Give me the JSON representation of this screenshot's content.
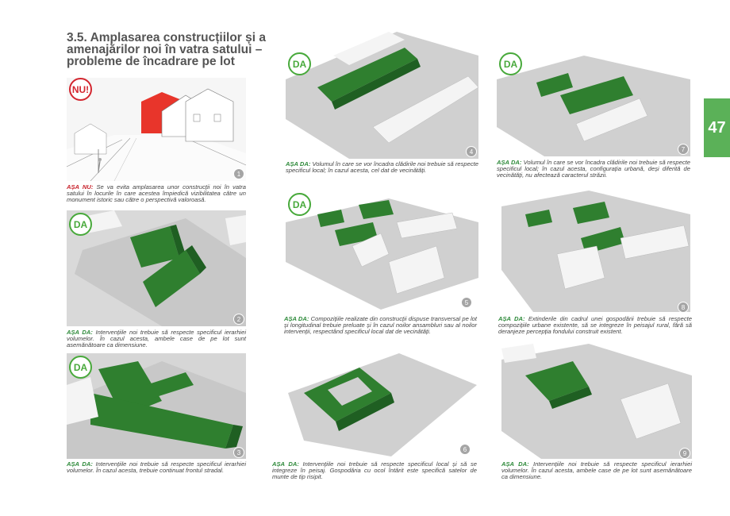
{
  "section": {
    "title": "3.5. Amplasarea construcțiilor și a amenajărilor noi în vatra satului – probleme de încadrare pe lot"
  },
  "page_number": "47",
  "panels": [
    {
      "badge": "NU!",
      "number": "1",
      "caption_label": "AȘA NU:",
      "caption_text": " Se va evita amplasarea unor construcții noi în vatra satului în locurile în care acestea împiedică vizibilitatea către un monument istoric sau către o perspectivă valoroasă."
    },
    {
      "badge": "DA",
      "number": "2",
      "caption_label": "AȘA DA:",
      "caption_text": " Intervențiile noi trebuie să respecte specificul ierarhiei volumelor. În cazul acesta, ambele case de pe lot sunt asemănătoare ca dimensiune."
    },
    {
      "badge": "DA",
      "number": "3",
      "caption_label": "AȘA DA:",
      "caption_text": " Intervențiile noi trebuie să respecte specificul ierarhiei volumelor. În cazul acesta, trebuie continuat frontul stradal."
    },
    {
      "badge": "DA",
      "number": "4",
      "caption_label": "AȘA DA:",
      "caption_text": " Volumul în care se vor încadra clădirile noi trebuie să respecte specificul local; în cazul acesta, cel dat de vecinătăți."
    },
    {
      "badge": "DA",
      "number": "5",
      "caption_label": "AȘA DA:",
      "caption_text": " Compozițiile realizate din construcții dispuse transversal pe lot și longitudinal trebuie preluate și în cazul noilor ansambluri sau al noilor intervenții, respectând specificul local dat de vecinătăți."
    },
    {
      "badge": "",
      "number": "6",
      "caption_label": "AȘA DA:",
      "caption_text": " Intervențiile noi trebuie să respecte specificul local și să se integreze în peisaj. Gospodăria cu ocol întărit este specifică satelor de munte de tip risipit."
    },
    {
      "badge": "DA",
      "number": "7",
      "caption_label": "AȘA DA:",
      "caption_text": " Volumul în care se vor încadra clădirile noi trebuie să respecte specificul local; în cazul acesta, configurația urbană, deși diferită de vecinătăți, nu afectează caracterul străzii."
    },
    {
      "badge": "",
      "number": "8",
      "caption_label": "AȘA DA:",
      "caption_text": " Extinderile din cadrul unei gospodării trebuie să respecte compozițiile urbane existente, să se integreze în peisajul rural, fără să deranjeze percepția fondului construit existent."
    },
    {
      "badge": "",
      "number": "9",
      "caption_label": "AȘA DA:",
      "caption_text": " Intervențiile noi trebuie să respecte specificul ierarhiei volumelor. În cazul acesta, ambele case de pe lot sunt asemănătoare ca dimensiune."
    }
  ],
  "colors": {
    "accent_green": "#5bb158",
    "building_green": "#2f7f2f",
    "no_red": "#d3262f",
    "highlight_red": "#e8352b"
  }
}
